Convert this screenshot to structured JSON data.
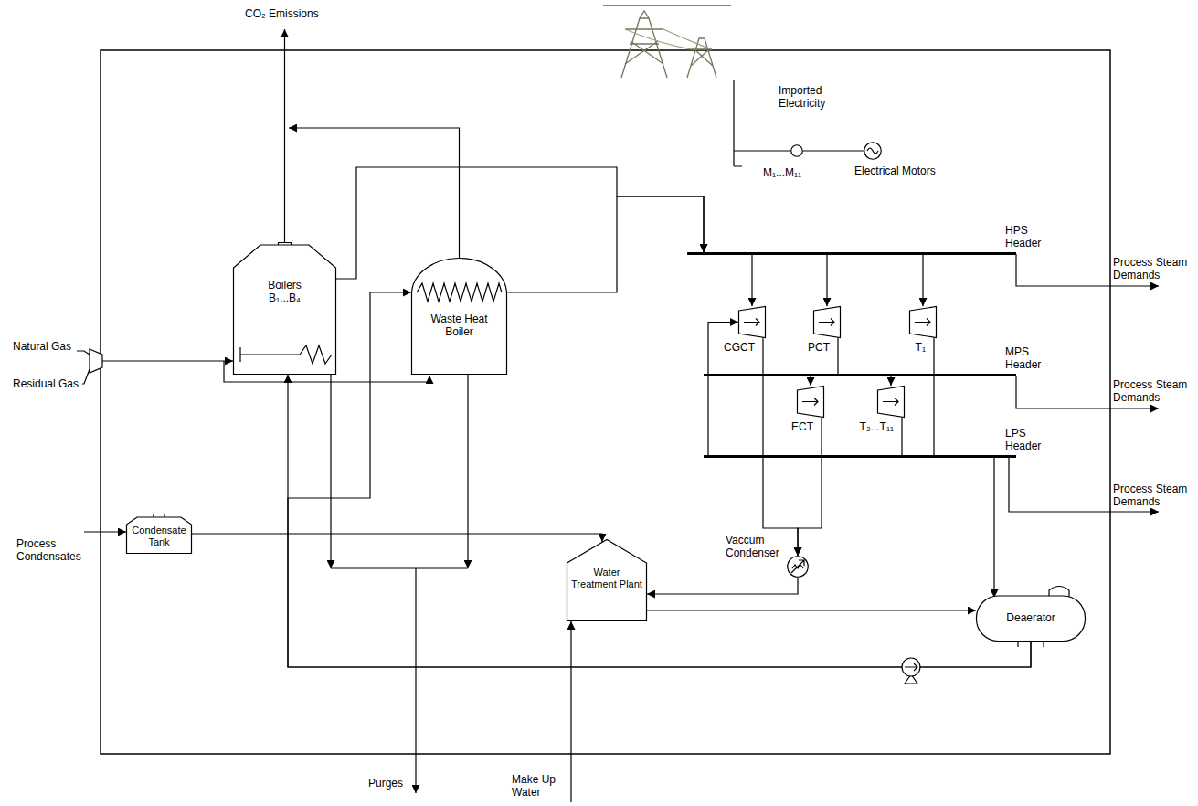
{
  "diagram": {
    "nodes": [
      {
        "text": [
          "M₁...M₁₁"
        ]
      },
      {
        "text": [
          "Electrical Motors"
        ]
      },
      {
        "text": [
          "Boilers B₁...B₄"
        ]
      },
      {
        "text": [
          "Waste Heat Boiler"
        ]
      },
      {
        "text": [
          "HPS Header"
        ]
      },
      {
        "text": [
          "CGCT"
        ]
      },
      {
        "text": [
          "PCT"
        ]
      },
      {
        "text": [
          "T₁"
        ]
      },
      {
        "text": [
          "MPS Header"
        ]
      },
      {
        "text": [
          "ECT"
        ]
      },
      {
        "text": [
          "T₂...T₁₁"
        ]
      },
      {
        "text": [
          "LPS Header"
        ]
      },
      {
        "text": [
          "Condensate Tank"
        ]
      },
      {
        "text": [
          "Vaccum Condenser"
        ]
      },
      {
        "text": [
          "Water Treatment Plant"
        ]
      },
      {
        "text": [
          "Deaerator"
        ]
      }
    ],
    "edges": [
      {
        "from": 0,
        "to": 1,
        "arrow": "none"
      },
      {
        "from": 2,
        "to": 4,
        "arrow": "to"
      },
      {
        "from": 3,
        "to": 4,
        "arrow": "to"
      },
      {
        "from": 4,
        "to": 5,
        "arrow": "to"
      },
      {
        "from": 4,
        "to": 6,
        "arrow": "to"
      },
      {
        "from": 4,
        "to": 7,
        "arrow": "to"
      },
      {
        "from": 6,
        "to": 8,
        "arrow": "none"
      },
      {
        "from": 7,
        "to": 11,
        "arrow": "none"
      },
      {
        "from": 8,
        "to": 9,
        "arrow": "to"
      },
      {
        "from": 8,
        "to": 10,
        "arrow": "to"
      },
      {
        "from": 10,
        "to": 11,
        "arrow": "none"
      },
      {
        "from": 11,
        "to": 5,
        "arrow": "to"
      },
      {
        "from": 5,
        "to": 13,
        "arrow": "to"
      },
      {
        "from": 9,
        "to": 13,
        "arrow": "to"
      },
      {
        "from": 13,
        "to": 14,
        "arrow": "to"
      },
      {
        "from": 12,
        "to": 14,
        "arrow": "to"
      },
      {
        "from": 14,
        "to": 15,
        "arrow": "to"
      },
      {
        "from": 11,
        "to": 15,
        "arrow": "to"
      },
      {
        "from": 15,
        "to": 2,
        "arrow": "to"
      },
      {
        "from": 15,
        "to": 3,
        "arrow": "to"
      }
    ],
    "labels": [
      "CO₂ Emissions",
      "Imported Electricity",
      "Natural Gas",
      "Residual Gas",
      "Process Steam Demands",
      "Process Steam Demands",
      "Process Steam Demands",
      "Process Condensates",
      "Purges",
      "Make Up Water"
    ]
  }
}
